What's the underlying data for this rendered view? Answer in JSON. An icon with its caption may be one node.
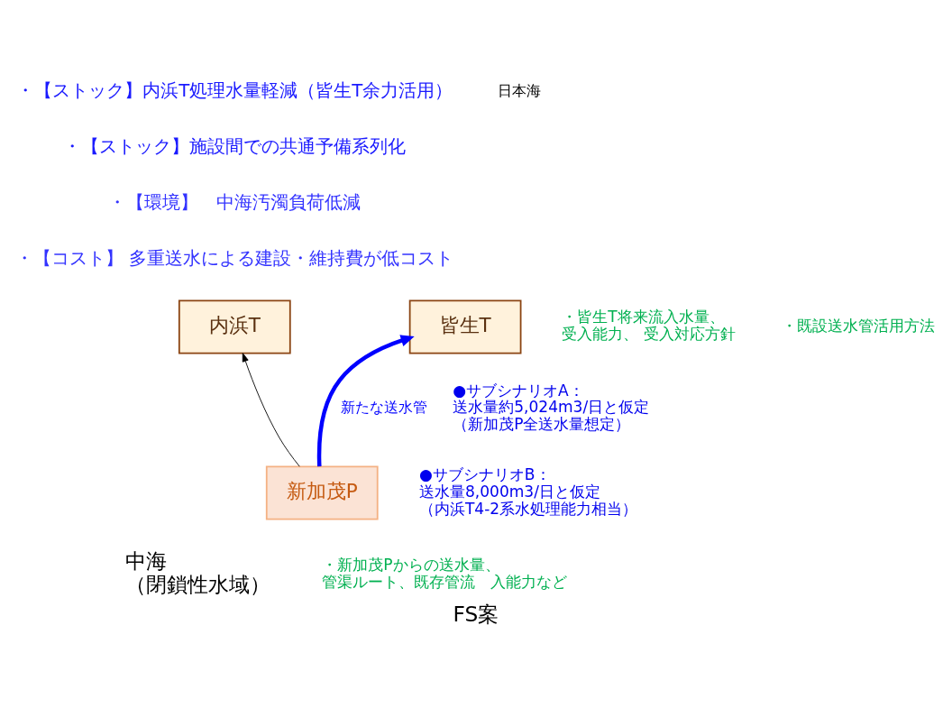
{
  "diagram": {
    "caption": "FS案",
    "nodes": [
      {
        "text": [
          "内浜T"
        ]
      },
      {
        "text": [
          "皆生T"
        ]
      },
      {
        "text": [
          "新加茂P"
        ]
      }
    ],
    "edges": [
      {
        "from": 2,
        "to": 0,
        "arrow": "to"
      },
      {
        "from": 2,
        "to": 1,
        "arrow": "to",
        "label": "新たな送水管",
        "style": "thick",
        "color": "#0000ff"
      }
    ],
    "labels": [
      "・【ストック】内浜T処理水量軽減（皆生T余力活用）",
      "・【ストック】施設間での共通予備系列化",
      "・【環境】　中海汚濁負荷低減",
      "・【コスト】 多重送水による建設・維持費が低コスト",
      "日本海",
      "・皆生T将来流入水量、受入能力、 受入対応方針",
      "・既設送水管活用方法",
      "●サブシナリオA：送水量約5,024m3/日と仮定（新加茂P全送水量想定）",
      "●サブシナリオB：送水量8,000m3/日と仮定（内浜T4-2系水処理能力相当）",
      "中海（閉鎖性水域）",
      "・新加茂Pからの送水量、管渠ルート、既存管流　入能力など"
    ]
  }
}
